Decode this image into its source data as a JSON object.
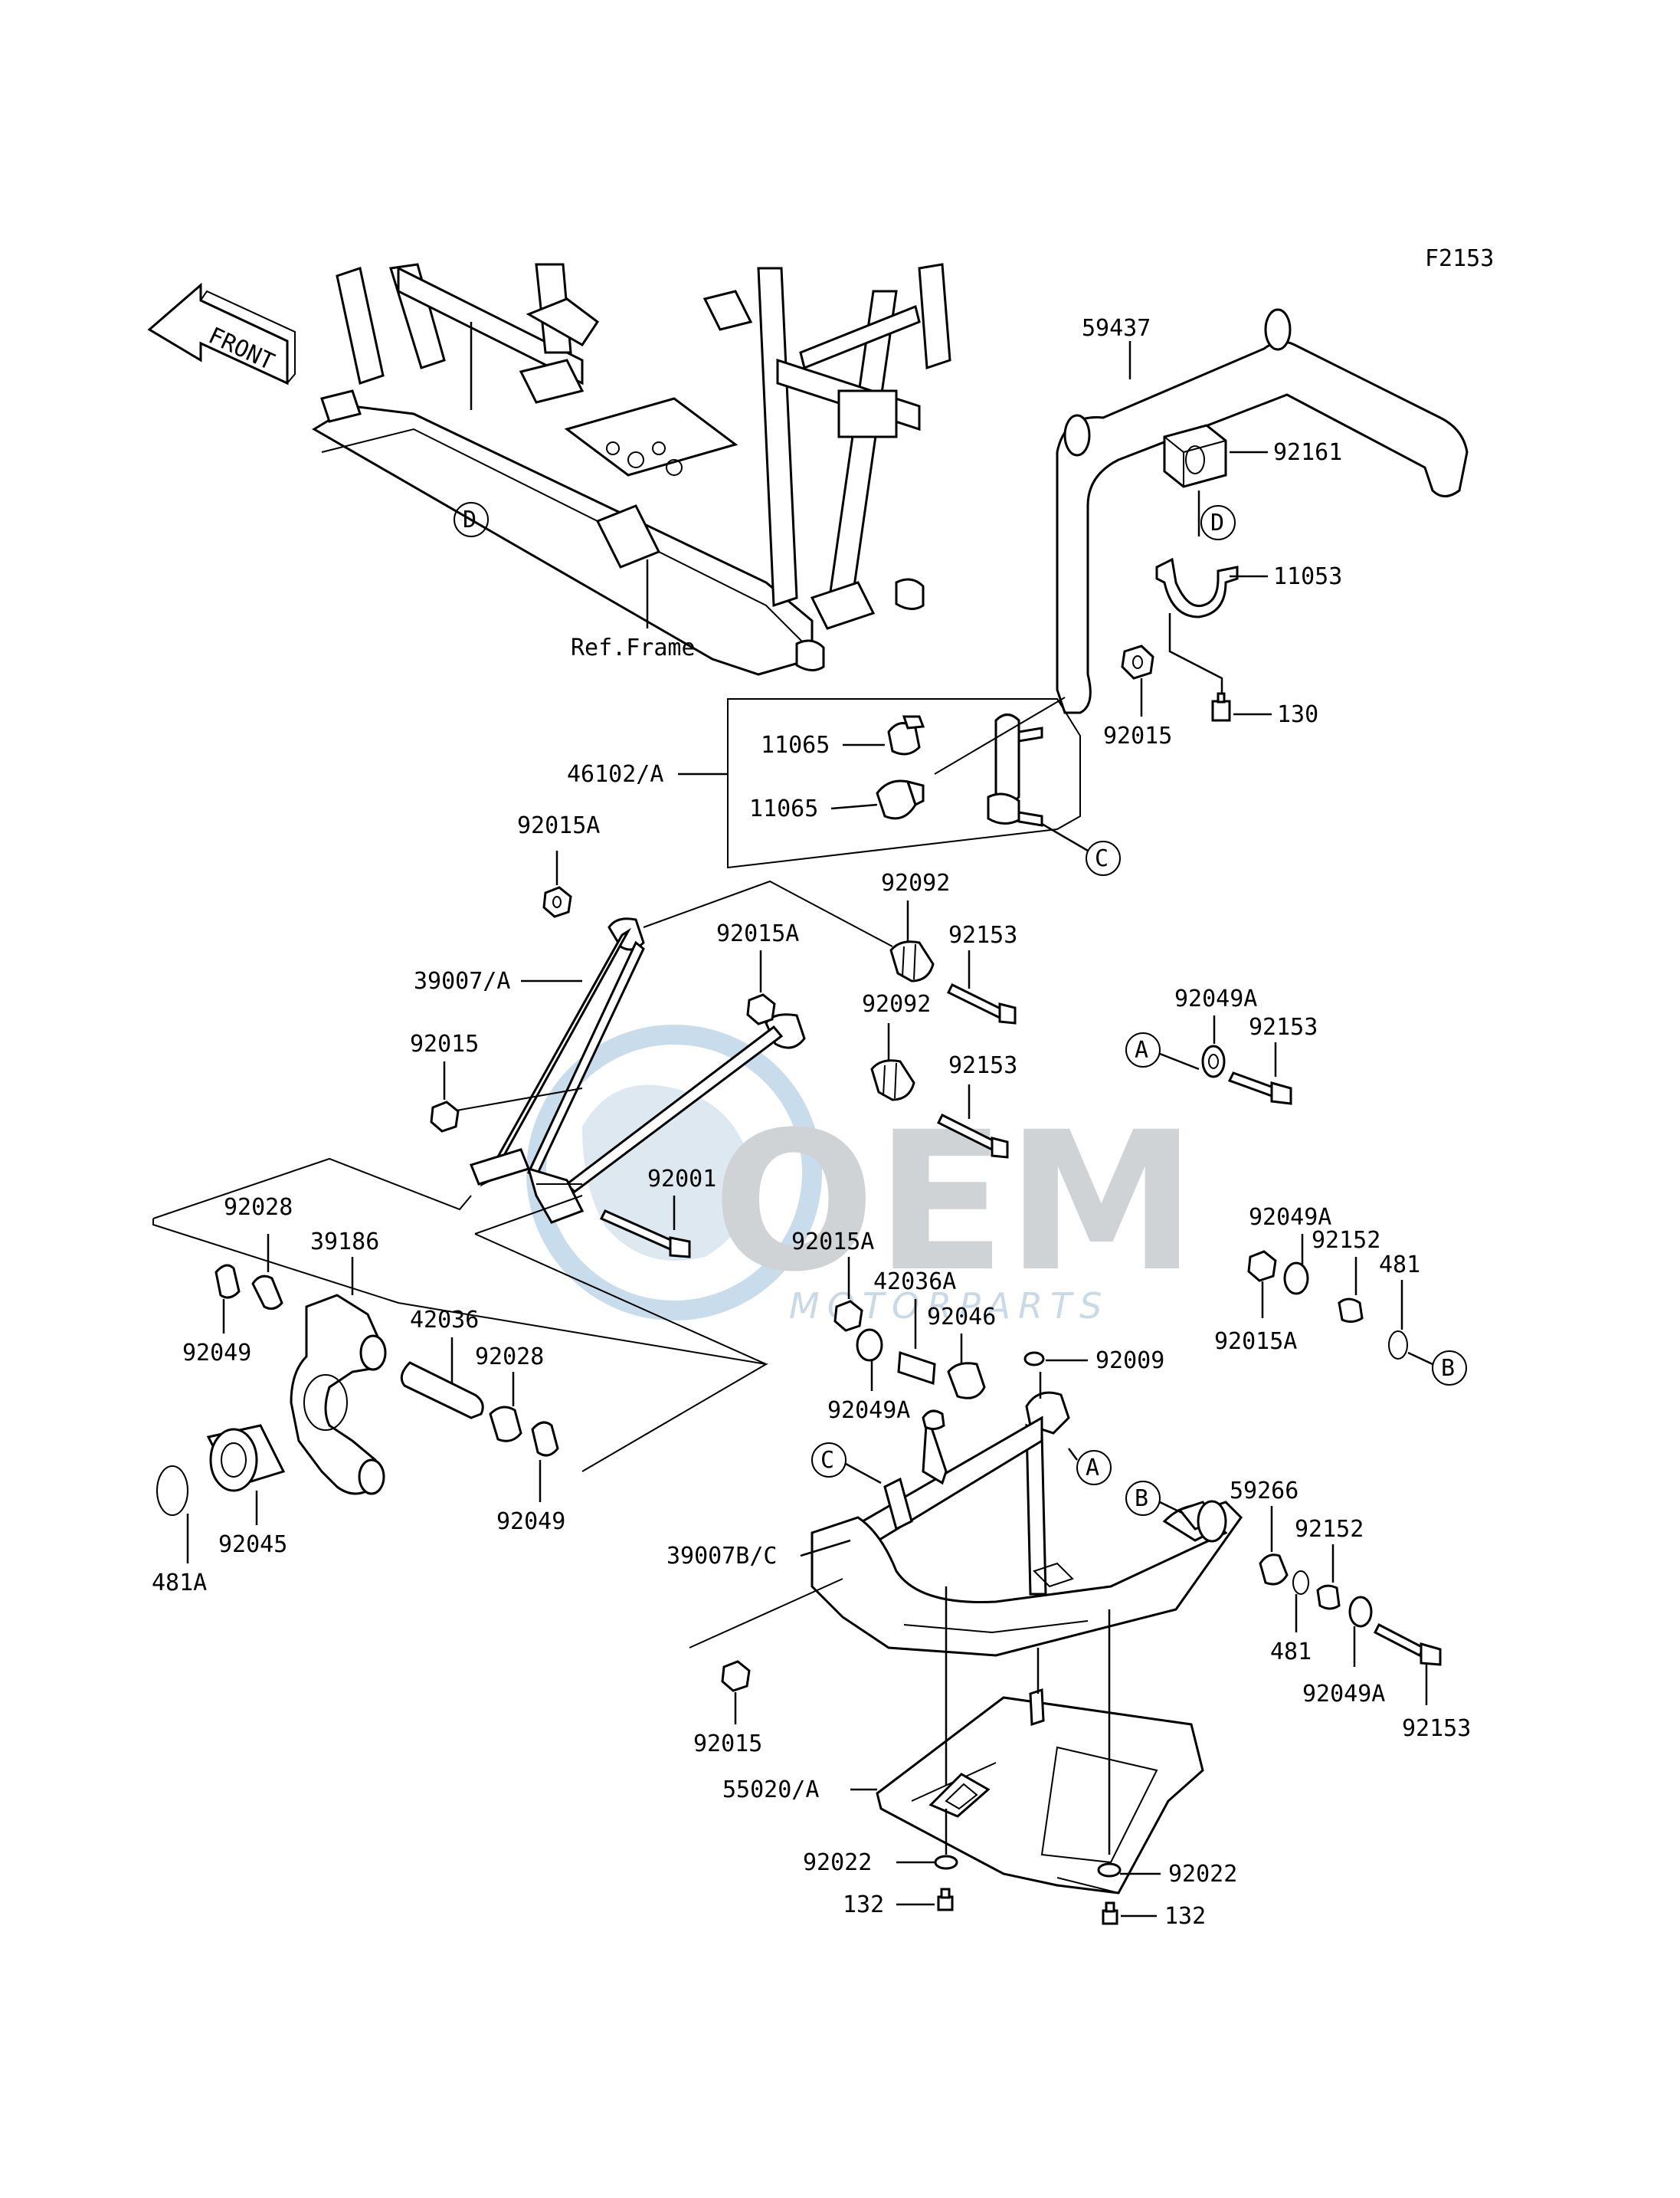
{
  "figure_code": "F2153",
  "front_label": "FRONT",
  "ref_frame_label": "Ref.Frame",
  "watermark": {
    "main": "OEM",
    "sub": "MOTORPARTS"
  },
  "callouts": {
    "a": "A",
    "b": "B",
    "c": "C",
    "d": "D"
  },
  "part_labels": {
    "p59437": "59437",
    "p92161": "92161",
    "p11053": "11053",
    "p130": "130",
    "p92015_top": "92015",
    "p11065_a": "11065",
    "p11065_b": "11065",
    "p46102": "46102/A",
    "p92015A_1": "92015A",
    "p92092_1": "92092",
    "p92015A_2": "92015A",
    "p92153_1": "92153",
    "p39007A": "39007/A",
    "p92092_2": "92092",
    "p92015_mid": "92015",
    "p92153_2": "92153",
    "p92049A_1": "92049A",
    "p92153_3": "92153",
    "p92001": "92001",
    "p92028_1": "92028",
    "p39186": "39186",
    "p92049_1": "92049",
    "p92015A_3": "92015A",
    "p42036A": "42036A",
    "p92046": "92046",
    "p92049A_2": "92049A",
    "p92152_1": "92152",
    "p481_1": "481",
    "p92015A_4": "92015A",
    "p42036": "42036",
    "p92028_2": "92028",
    "p92009": "92009",
    "p92049A_3": "92049A",
    "p92049_2": "92049",
    "p92045": "92045",
    "p481A": "481A",
    "p59266": "59266",
    "p92152_2": "92152",
    "p39007BC": "39007B/C",
    "p481_2": "481",
    "p92049A_4": "92049A",
    "p92153_4": "92153",
    "p92015_bot": "92015",
    "p55020": "55020/A",
    "p92022_1": "92022",
    "p92022_2": "92022",
    "p132_1": "132",
    "p132_2": "132"
  }
}
